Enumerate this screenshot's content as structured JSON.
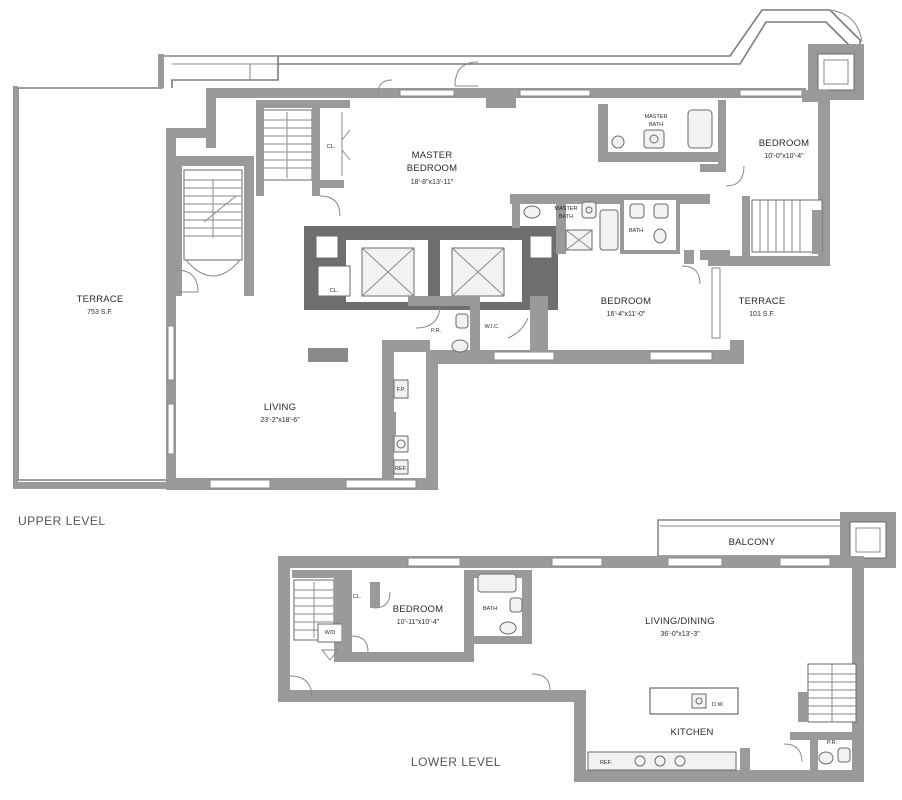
{
  "upper_level": {
    "level_label": "UPPER LEVEL",
    "terrace_large": {
      "name": "TERRACE",
      "area": "753 S.F."
    },
    "master_bedroom": {
      "name_line1": "MASTER",
      "name_line2": "BEDROOM",
      "dims": "18'-8\"x13'-11\""
    },
    "master_bath_top": {
      "line1": "MASTER",
      "line2": "BATH"
    },
    "master_bath_small": {
      "line1": "MASTER",
      "line2": "BATH"
    },
    "bedroom_ne": {
      "name": "BEDROOM",
      "dims": "10'-0\"x10'-4\""
    },
    "bath": "BATH",
    "bedroom_mid": {
      "name": "BEDROOM",
      "dims": "16'-4\"x11'-0\""
    },
    "terrace_small": {
      "name": "TERRACE",
      "area": "101 S.F."
    },
    "living": {
      "name": "LIVING",
      "dims": "23'-2\"x18'-6\""
    },
    "closet_a": "CL.",
    "closet_b": "CL.",
    "powder_room": "P.R.",
    "walk_in_closet": "W.I.C.",
    "fireplace": "F.P.",
    "refrigerator": "REF."
  },
  "lower_level": {
    "level_label": "LOWER LEVEL",
    "balcony": "BALCONY",
    "bedroom": {
      "name": "BEDROOM",
      "dims": "10'-11\"x10'-4\""
    },
    "bath": "BATH",
    "closet": "CL.",
    "washer_dryer": "W/D",
    "living_dining": {
      "name": "LIVING/DINING",
      "dims": "36'-0\"x13'-3\""
    },
    "kitchen": "KITCHEN",
    "refrigerator": "REF.",
    "dishwasher": "D.W.",
    "powder_room": "P.R."
  }
}
